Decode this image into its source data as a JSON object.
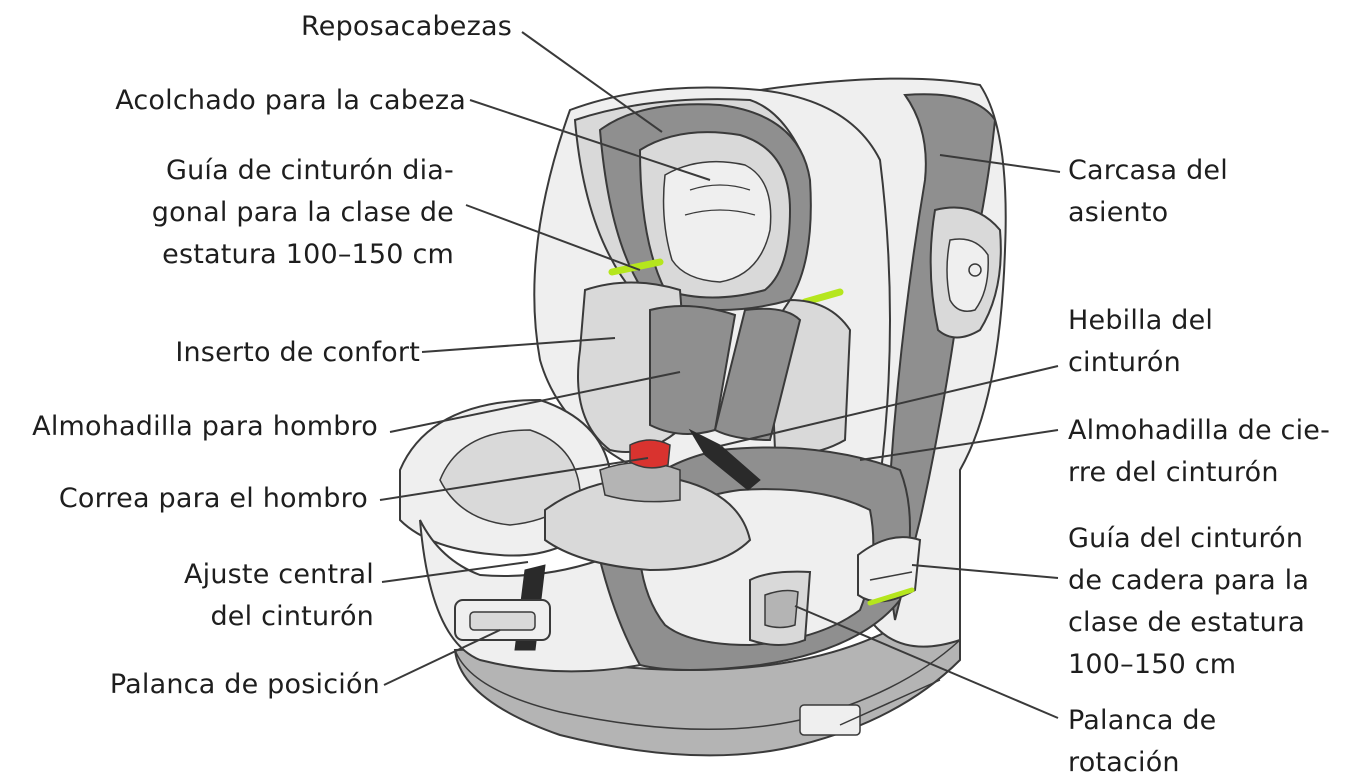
{
  "labels": {
    "reposacabezas": "Reposacabezas",
    "acolchado_cabeza": "Acolchado para la cabeza",
    "guia_diagonal": [
      "Guía de cinturón dia-",
      "gonal para la clase de",
      "estatura 100–150 cm"
    ],
    "inserto_confort": "Inserto de confort",
    "almohadilla_hombro": "Almohadilla para hombro",
    "correa_hombro": "Correa para el hombro",
    "ajuste_central": [
      "Ajuste central",
      "del cinturón"
    ],
    "palanca_posicion": "Palanca de posición",
    "carcasa": [
      "Carcasa del",
      "asiento"
    ],
    "hebilla": [
      "Hebilla del",
      "cinturón"
    ],
    "almohadilla_cierre": [
      "Almohadilla de cie-",
      "rre del cinturón"
    ],
    "guia_cadera": [
      "Guía del cinturón",
      "de cadera para la",
      "clase de estatura",
      "100–150 cm"
    ],
    "palanca_rotacion": [
      "Palanca de",
      "rotación"
    ]
  },
  "colors": {
    "line": "#3a3a3a",
    "dark_gray": "#8f8f8f",
    "mid_gray": "#b4b4b4",
    "light_gray": "#d9d9d9",
    "very_light": "#efefef",
    "accent_green": "#b5e61d",
    "buckle_red": "#d9332f",
    "strap_black": "#2a2a2a"
  }
}
